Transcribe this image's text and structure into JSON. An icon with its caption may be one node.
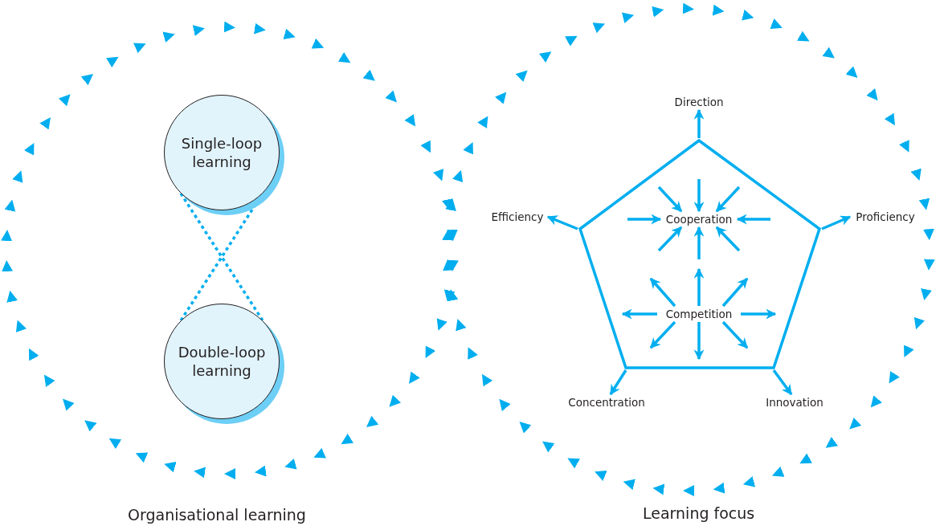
{
  "diagram": {
    "nodes": [
      {
        "text": [
          "Organisational learning"
        ]
      },
      {
        "text": [
          "Single-loop learning"
        ],
        "in": 0
      },
      {
        "text": [
          "Double-loop learning"
        ],
        "in": 0
      },
      {
        "text": [
          "Learning focus"
        ]
      },
      {
        "text": [],
        "shape": "pentagon",
        "in": 3
      },
      {
        "text": [
          "Cooperation"
        ],
        "in": 4
      },
      {
        "text": [
          "Competition"
        ],
        "in": 4
      },
      {
        "text": [
          "Direction"
        ],
        "in": 3
      },
      {
        "text": [
          "Proficiency"
        ],
        "in": 3
      },
      {
        "text": [
          "Innovation"
        ],
        "in": 3
      },
      {
        "text": [
          "Concentration"
        ],
        "in": 3
      },
      {
        "text": [
          "Efficiency"
        ],
        "in": 3
      }
    ],
    "edges": [
      {
        "from": 1,
        "to": 2,
        "arrow": "none",
        "style": "dashed"
      },
      {
        "from": 1,
        "to": 2,
        "arrow": "none",
        "style": "dashed"
      },
      {
        "from": 4,
        "to": 7,
        "arrow": "to"
      },
      {
        "from": 4,
        "to": 8,
        "arrow": "to"
      },
      {
        "from": 4,
        "to": 9,
        "arrow": "to"
      },
      {
        "from": 4,
        "to": 10,
        "arrow": "to"
      },
      {
        "from": 4,
        "to": 11,
        "arrow": "to"
      },
      {
        "from": null,
        "to": 5,
        "arrow": "to"
      },
      {
        "from": null,
        "to": 5,
        "arrow": "to"
      },
      {
        "from": null,
        "to": 5,
        "arrow": "to"
      },
      {
        "from": null,
        "to": 5,
        "arrow": "to"
      },
      {
        "from": null,
        "to": 5,
        "arrow": "to"
      },
      {
        "from": null,
        "to": 5,
        "arrow": "to"
      },
      {
        "from": null,
        "to": 5,
        "arrow": "to"
      },
      {
        "from": null,
        "to": 5,
        "arrow": "to"
      },
      {
        "from": 6,
        "to": null,
        "arrow": "to"
      },
      {
        "from": 6,
        "to": null,
        "arrow": "to"
      },
      {
        "from": 6,
        "to": null,
        "arrow": "to"
      },
      {
        "from": 6,
        "to": null,
        "arrow": "to"
      },
      {
        "from": 6,
        "to": null,
        "arrow": "to"
      },
      {
        "from": 6,
        "to": null,
        "arrow": "to"
      },
      {
        "from": 6,
        "to": null,
        "arrow": "to"
      },
      {
        "from": 6,
        "to": null,
        "arrow": "to"
      }
    ]
  }
}
